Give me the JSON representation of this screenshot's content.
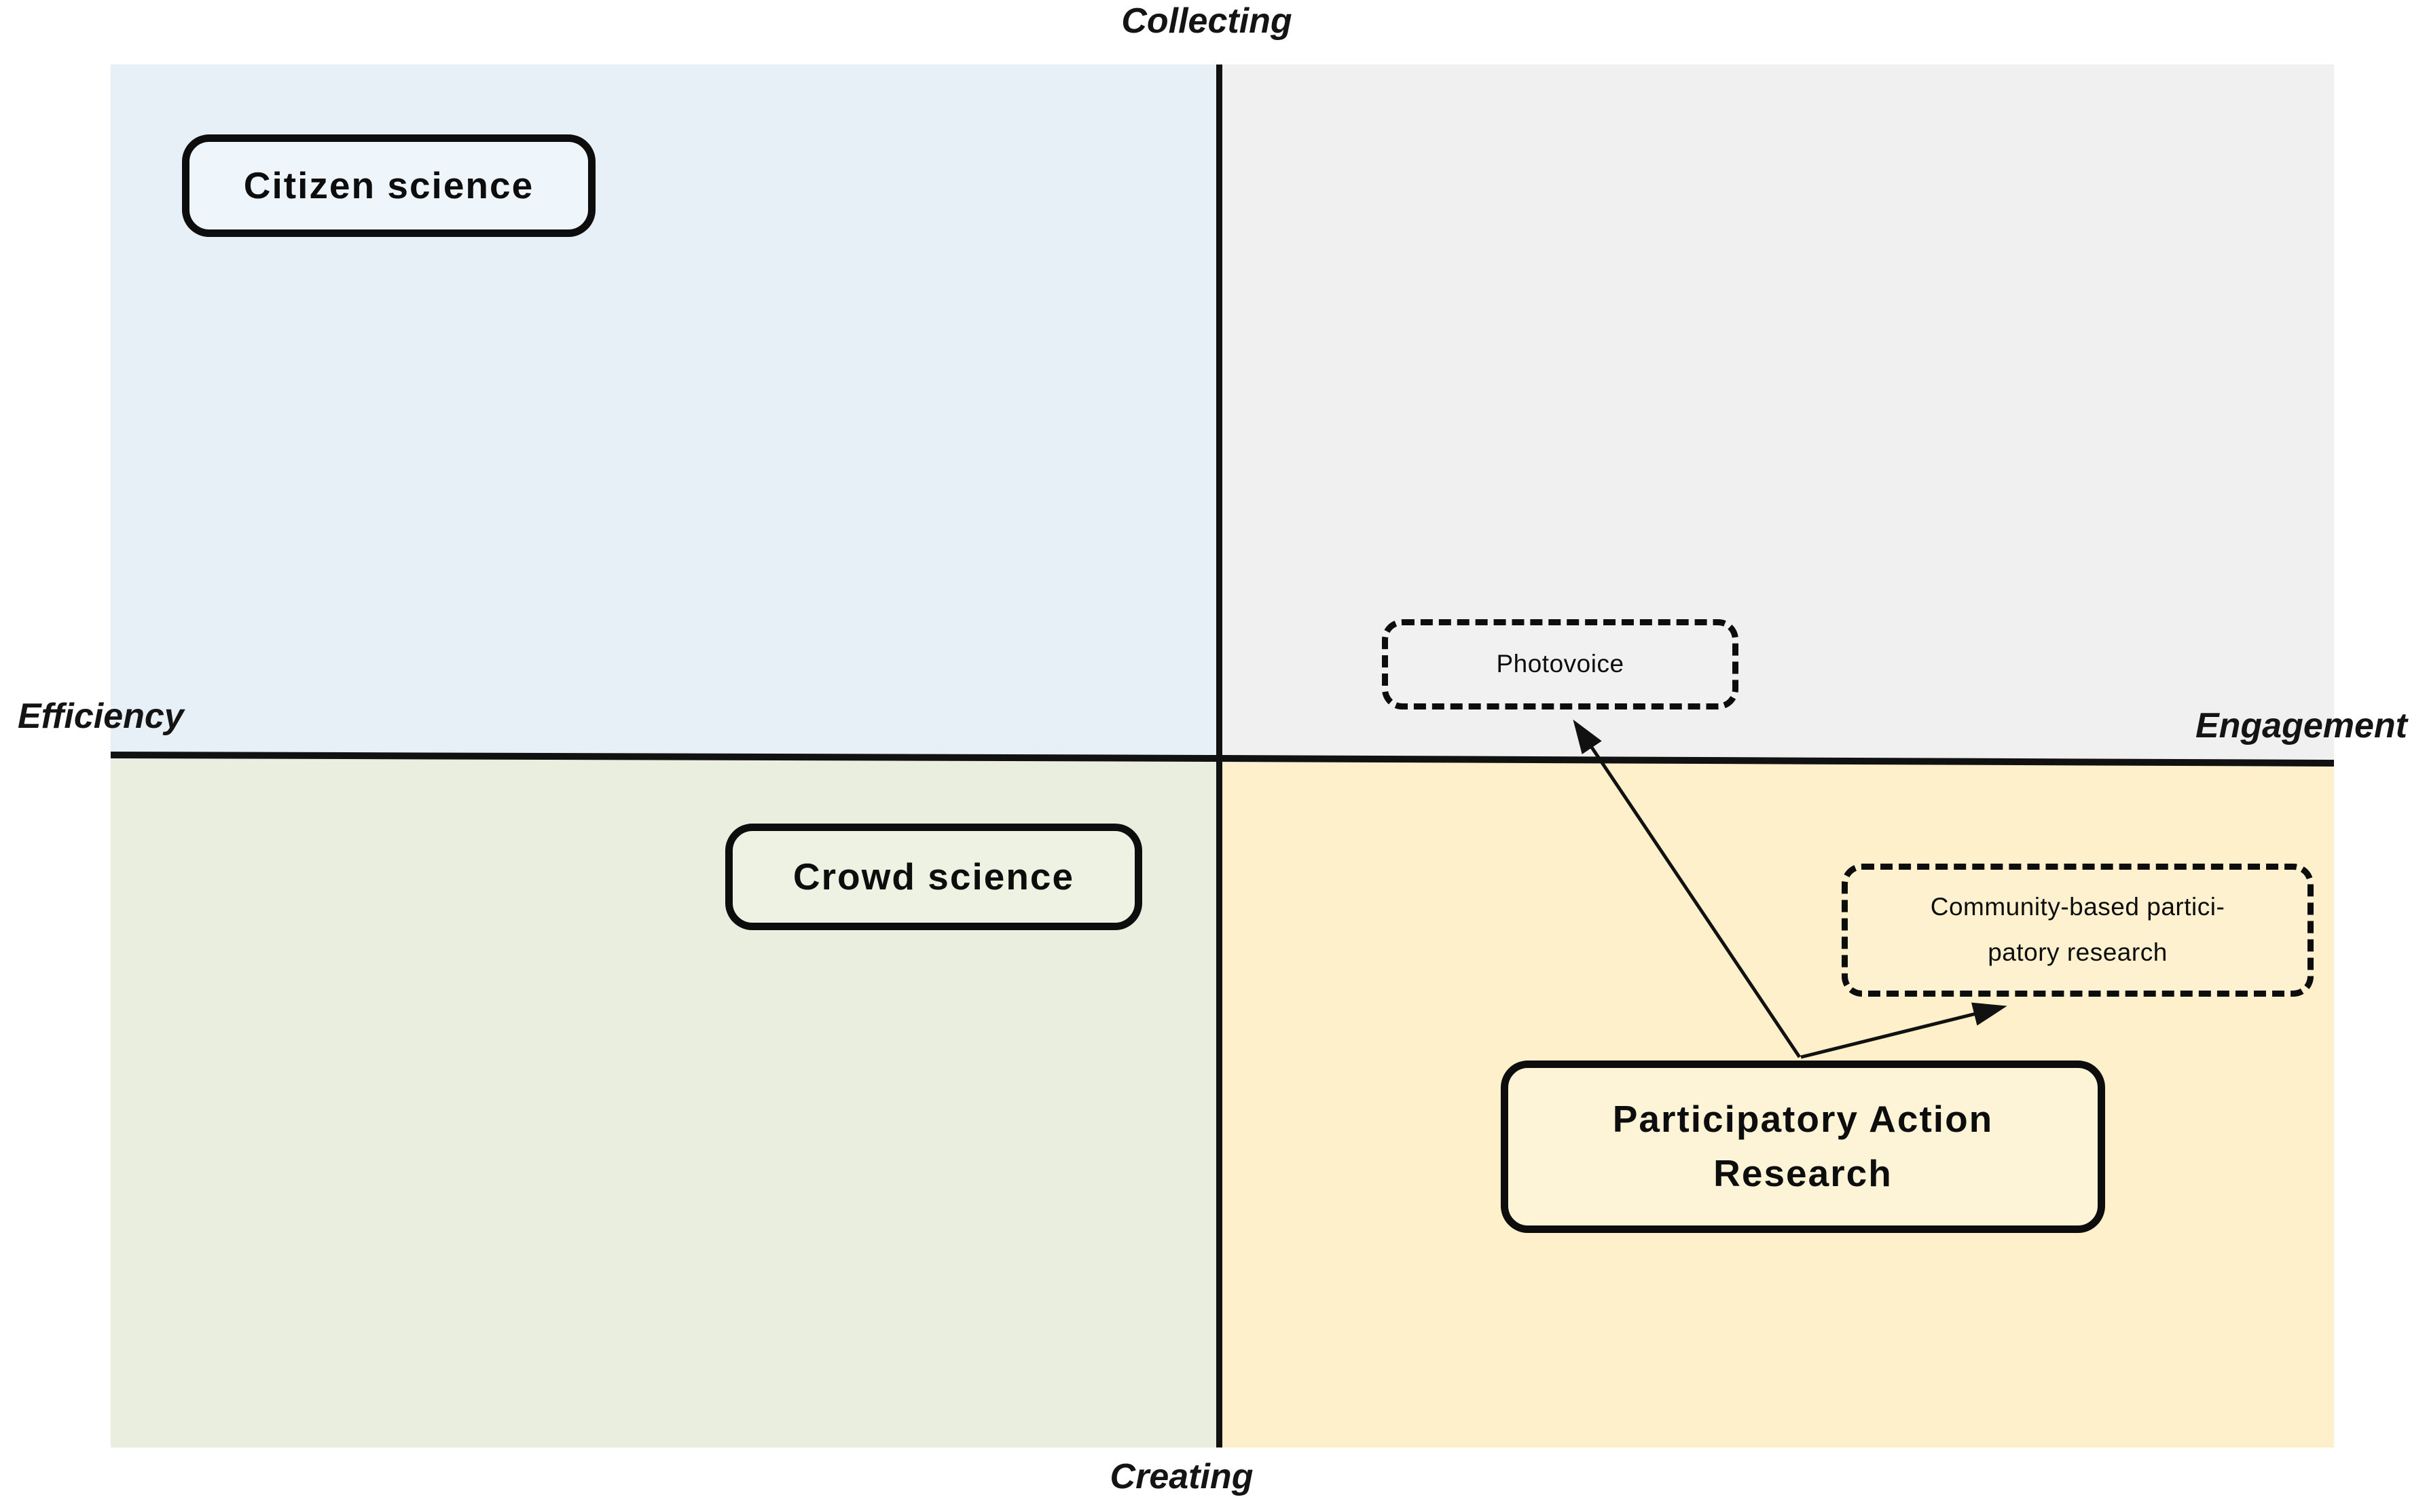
{
  "diagram": {
    "axis_labels": {
      "top": "Collecting",
      "bottom": "Creating",
      "left": "Efficiency",
      "right": "Engagement"
    },
    "quadrants": {
      "top_left": {
        "color": "#e7f0f7"
      },
      "top_right": {
        "color": "#f0f0f0"
      },
      "bottom_left": {
        "color": "#e9eedf"
      },
      "bottom_right": {
        "color": "#fdf0ca"
      }
    },
    "nodes": {
      "citizen": {
        "label": "Citizen science",
        "style": "solid",
        "fill": "#eef5fb"
      },
      "crowd": {
        "label": "Crowd science",
        "style": "solid",
        "fill": "#edf2e2"
      },
      "photovoice": {
        "label": "Photovoice",
        "style": "dashed",
        "fill": "#f1f1f1"
      },
      "cbpr": {
        "line1": "Community-based partici-",
        "line2": "patory research",
        "style": "dashed",
        "fill": "#fdf1cf"
      },
      "par": {
        "line1": "Participatory Action",
        "line2": "Research",
        "style": "solid",
        "fill": "#fdf3d6"
      }
    },
    "arrows": [
      {
        "from": "par",
        "to": "photovoice"
      },
      {
        "from": "par",
        "to": "cbpr"
      }
    ],
    "line_color": "#111111"
  }
}
